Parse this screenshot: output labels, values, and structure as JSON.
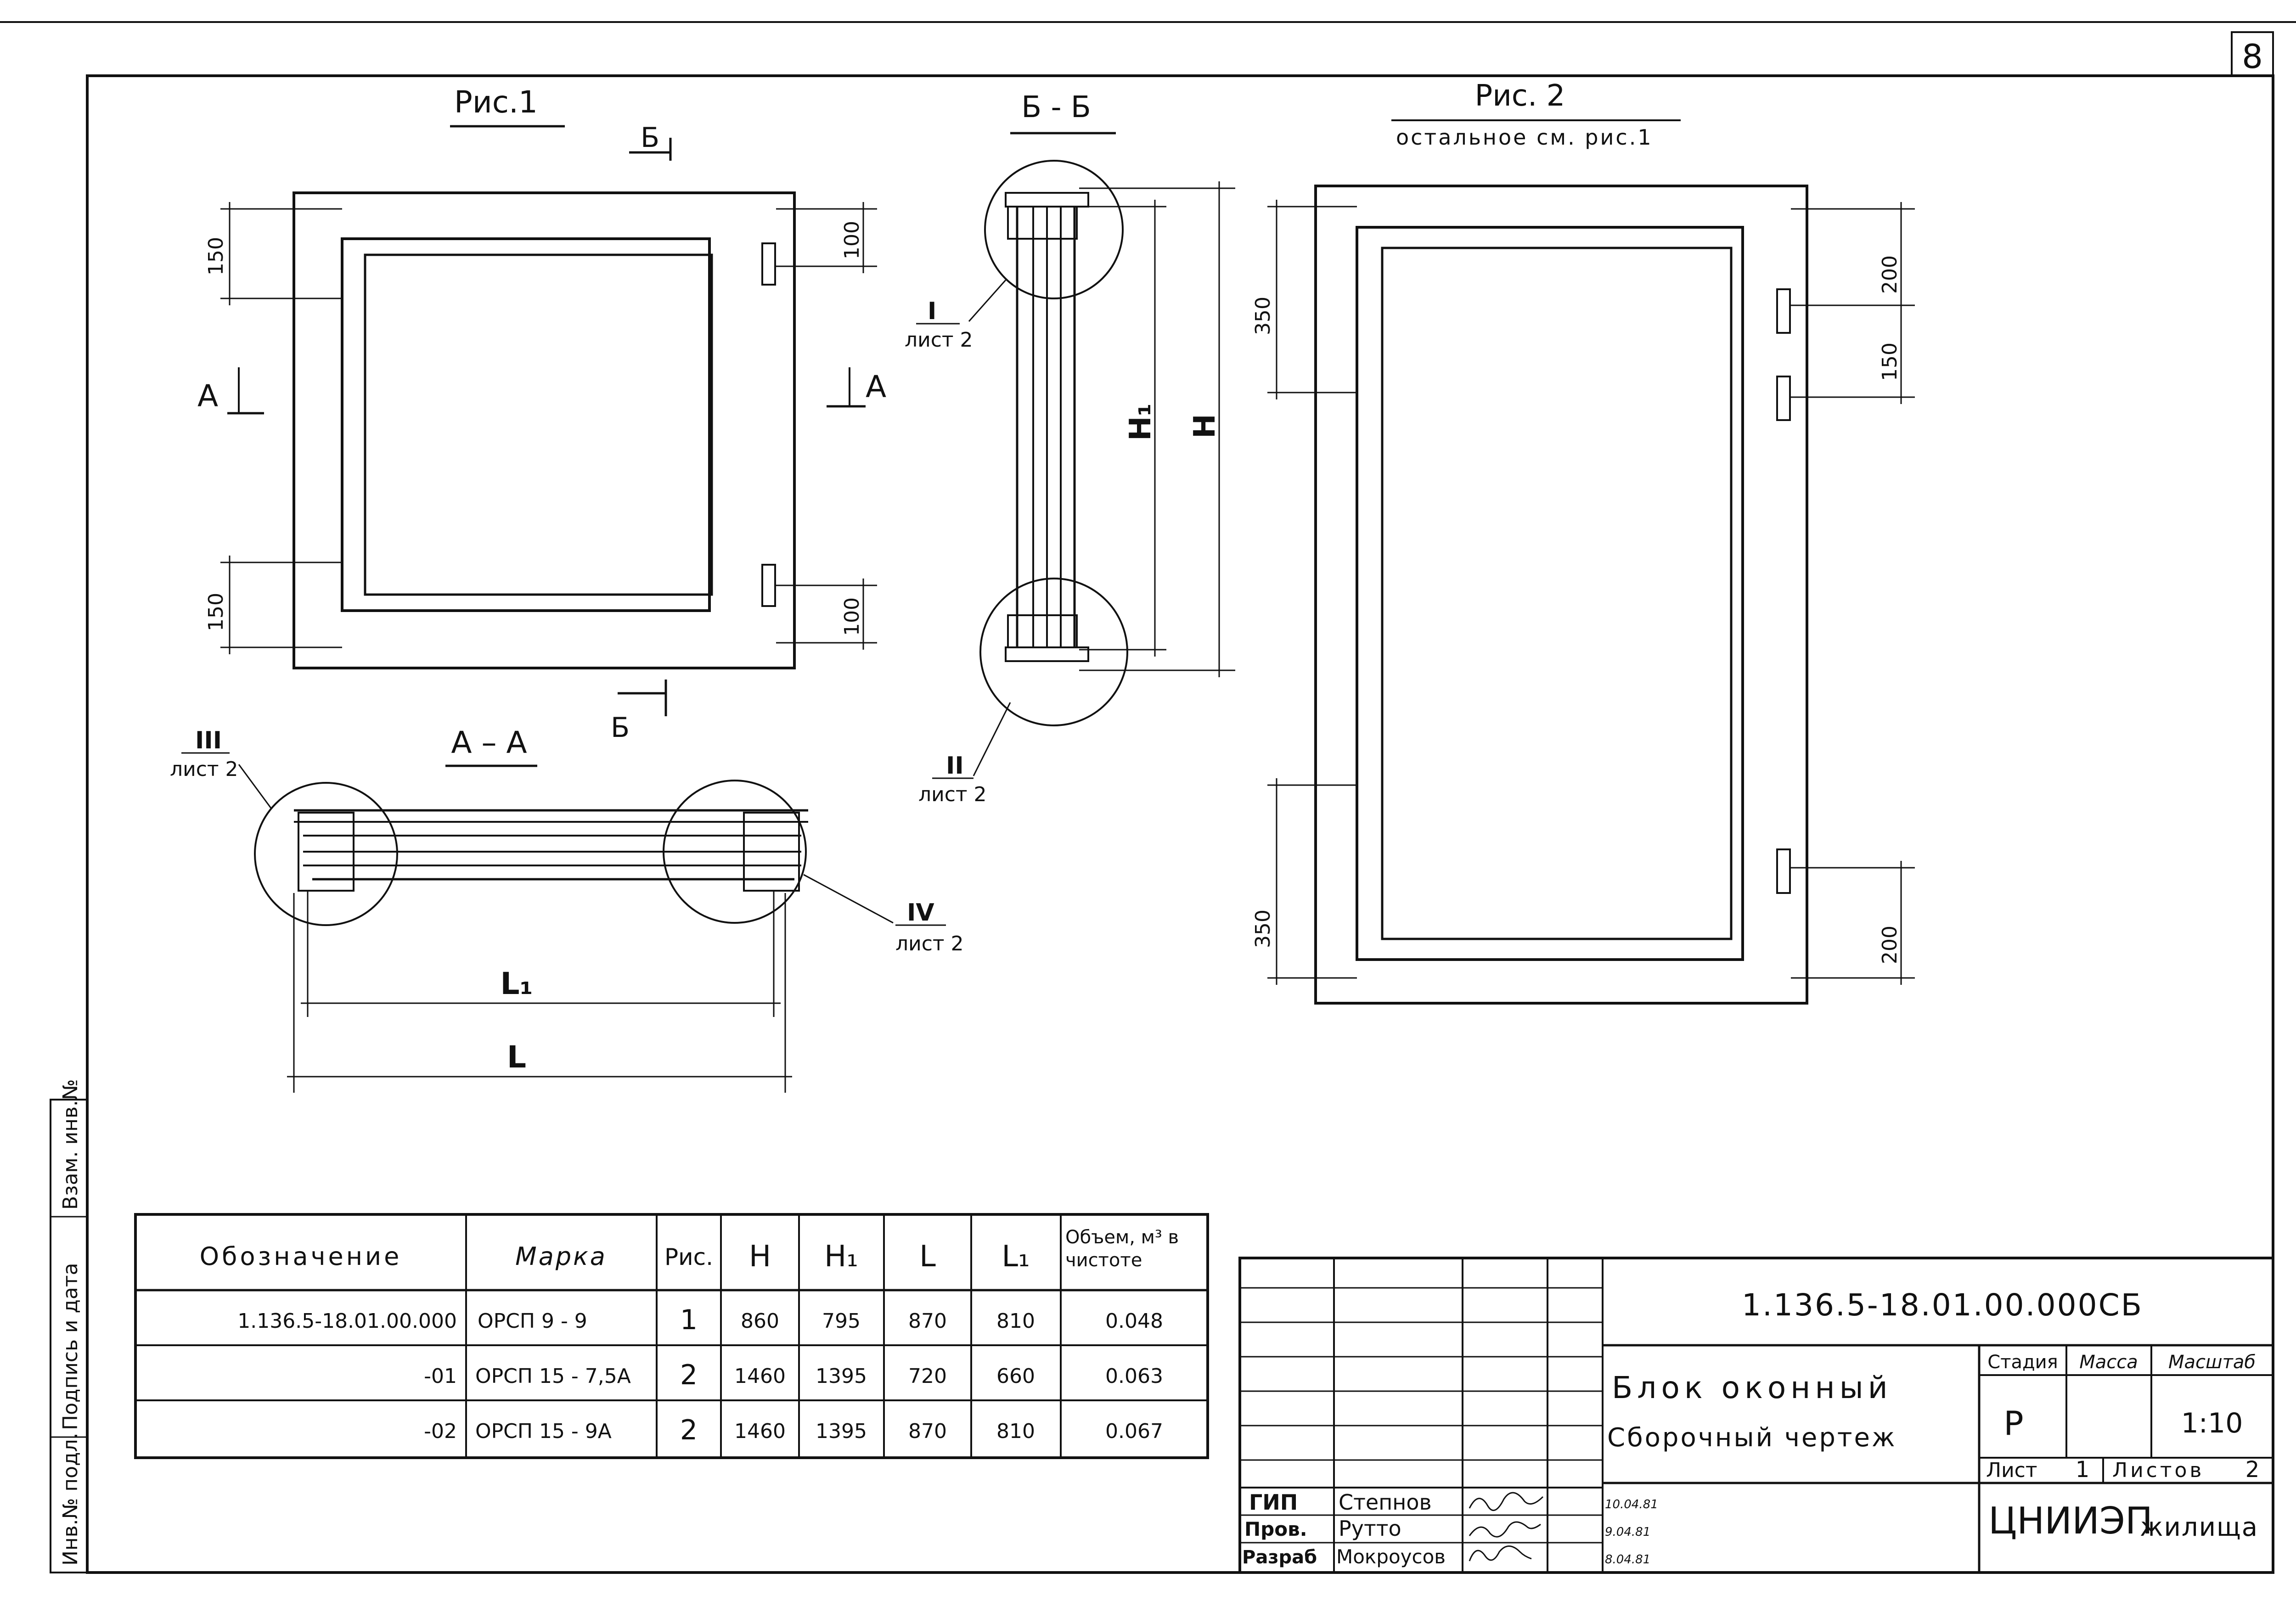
{
  "sheet": {
    "sheet_number": "8",
    "side_labels": [
      "Инв.№ подл.",
      "Подпись и дата",
      "Взам. инв.№"
    ]
  },
  "fig1": {
    "title": "Рис.1",
    "section_mark": "Б",
    "section_a": "А",
    "dims": {
      "top_offset": "150",
      "bottom_offset": "150",
      "hinge_top": "100",
      "hinge_bottom": "100"
    }
  },
  "section_bb": {
    "title": "Б - Б",
    "callout_1": {
      "num": "I",
      "sheet": "лист 2"
    },
    "callout_2": {
      "num": "II",
      "sheet": "лист 2"
    },
    "dim_h1": "H₁",
    "dim_h": "H"
  },
  "section_aa": {
    "title": "А – А",
    "callout_3": {
      "num": "III",
      "sheet": "лист 2"
    },
    "callout_4": {
      "num": "IV",
      "sheet": "лист 2"
    },
    "dim_l1": "L₁",
    "dim_l": "L"
  },
  "fig2": {
    "title": "Рис. 2",
    "subtitle": "остальное см. рис.1",
    "dims": {
      "top_offset": "350",
      "bottom_offset": "350",
      "hinge_top": "200",
      "hinge_gap": "150",
      "hinge_bottom": "200"
    }
  },
  "spec_table": {
    "headers": [
      "Обозначение",
      "Марка",
      "Рис.",
      "H",
      "H₁",
      "L",
      "L₁",
      "Объем, м³ в чистоте"
    ],
    "rows": [
      [
        "1.136.5-18.01.00.000",
        "ОРСП 9 - 9",
        "1",
        "860",
        "795",
        "870",
        "810",
        "0.048"
      ],
      [
        "-01",
        "ОРСП 15 - 7,5А",
        "2",
        "1460",
        "1395",
        "720",
        "660",
        "0.063"
      ],
      [
        "-02",
        "ОРСП 15 - 9А",
        "2",
        "1460",
        "1395",
        "870",
        "810",
        "0.067"
      ]
    ]
  },
  "title_block": {
    "doc_code": "1.136.5-18.01.00.000СБ",
    "title_line1": "Блок оконный",
    "title_line2": "Сборочный чертеж",
    "stage_label": "Стадия",
    "mass_label": "Масса",
    "scale_label": "Масштаб",
    "stage": "Р",
    "mass": "",
    "scale": "1:10",
    "sheet_label": "Лист",
    "sheet_value": "1",
    "sheets_label": "Листов",
    "sheets_value": "2",
    "org": "ЦНИИЭП",
    "org_suffix": "жилища",
    "people": [
      {
        "role": "ГИП",
        "name": "Степнов",
        "date": "10.04.81"
      },
      {
        "role": "Пров.",
        "name": "Рутто",
        "date": "9.04.81"
      },
      {
        "role": "Разраб",
        "name": "Мокроусов",
        "date": "8.04.81"
      }
    ]
  }
}
